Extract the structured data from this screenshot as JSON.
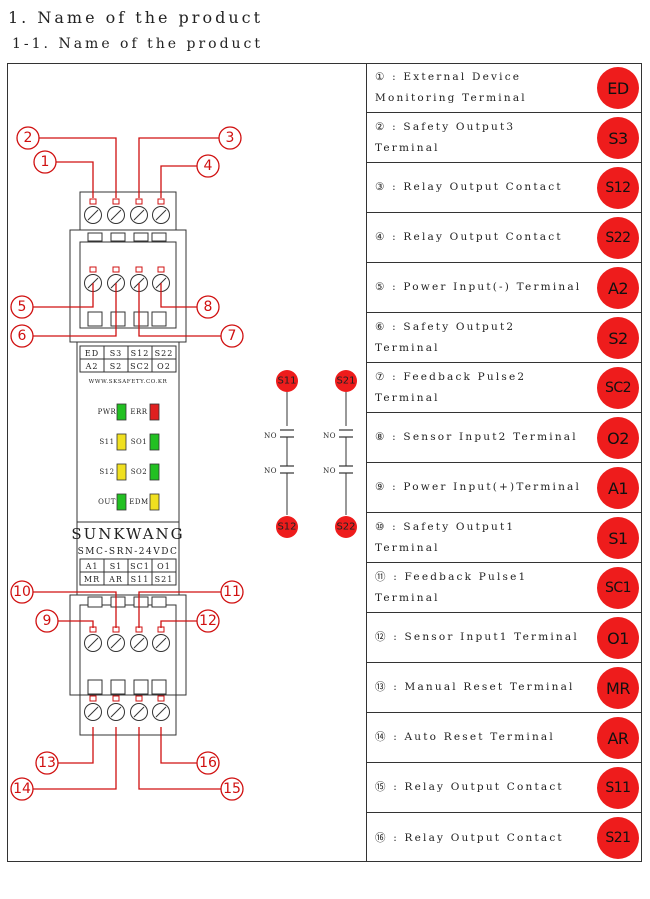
{
  "heading": {
    "title": "1. Name of the product",
    "subtitle": "1-1. Name of the product"
  },
  "device": {
    "top_terminal_labels": [
      [
        "ED",
        "S3",
        "S12",
        "S22"
      ],
      [
        "A2",
        "S2",
        "SC2",
        "O2"
      ]
    ],
    "website": "WWW.SKSAFETY.CO.KR",
    "leds": [
      {
        "left_label": "PWR",
        "left_color": "#22c022",
        "right_label": "ERR",
        "right_color": "#e02020"
      },
      {
        "left_label": "S11",
        "left_color": "#f0e020",
        "right_label": "SO1",
        "right_color": "#22c022"
      },
      {
        "left_label": "S12",
        "left_color": "#f0e020",
        "right_label": "SO2",
        "right_color": "#22c022"
      },
      {
        "left_label": "OUT",
        "left_color": "#22c022",
        "right_label": "EDM",
        "right_color": "#f0e020"
      }
    ],
    "brand": "SUNKWANG",
    "model": "SMC-SRN-24VDC",
    "bottom_terminal_labels": [
      [
        "A1",
        "S1",
        "SC1",
        "O1"
      ],
      [
        "MR",
        "AR",
        "S11",
        "S21"
      ]
    ]
  },
  "contacts": [
    {
      "top": "S11",
      "bottom": "S12",
      "no1": "NO",
      "no2": "NO"
    },
    {
      "top": "S21",
      "bottom": "S22",
      "no1": "NO",
      "no2": "NO"
    }
  ],
  "callouts": [
    "1",
    "2",
    "3",
    "4",
    "5",
    "6",
    "7",
    "8",
    "9",
    "10",
    "11",
    "12",
    "13",
    "14",
    "15",
    "16"
  ],
  "terminals": [
    {
      "num": "①",
      "text": ": External Device\nMonitoring Terminal",
      "badge": "ED"
    },
    {
      "num": "②",
      "text": ": Safety Output3 Terminal",
      "badge": "S3"
    },
    {
      "num": "③",
      "text": ": Relay Output Contact",
      "badge": "S12"
    },
    {
      "num": "④",
      "text": ": Relay Output Contact",
      "badge": "S22"
    },
    {
      "num": "⑤",
      "text": ": Power Input(-) Terminal",
      "badge": "A2"
    },
    {
      "num": "⑥",
      "text": ": Safety Output2 Terminal",
      "badge": "S2"
    },
    {
      "num": "⑦",
      "text": ": Feedback Pulse2 Terminal",
      "badge": "SC2"
    },
    {
      "num": "⑧",
      "text": ": Sensor Input2 Terminal",
      "badge": "O2"
    },
    {
      "num": "⑨",
      "text": ": Power Input(+)Terminal",
      "badge": "A1"
    },
    {
      "num": "⑩",
      "text": ": Safety Output1 Terminal",
      "badge": "S1"
    },
    {
      "num": "⑪",
      "text": ": Feedback Pulse1 Terminal",
      "badge": "SC1"
    },
    {
      "num": "⑫",
      "text": ": Sensor Input1 Terminal",
      "badge": "O1"
    },
    {
      "num": "⑬",
      "text": ": Manual Reset Terminal",
      "badge": "MR"
    },
    {
      "num": "⑭",
      "text": ": Auto Reset Terminal",
      "badge": "AR"
    },
    {
      "num": "⑮",
      "text": ": Relay Output Contact",
      "badge": "S11"
    },
    {
      "num": "⑯",
      "text": ": Relay Output Contact",
      "badge": "S21"
    }
  ]
}
